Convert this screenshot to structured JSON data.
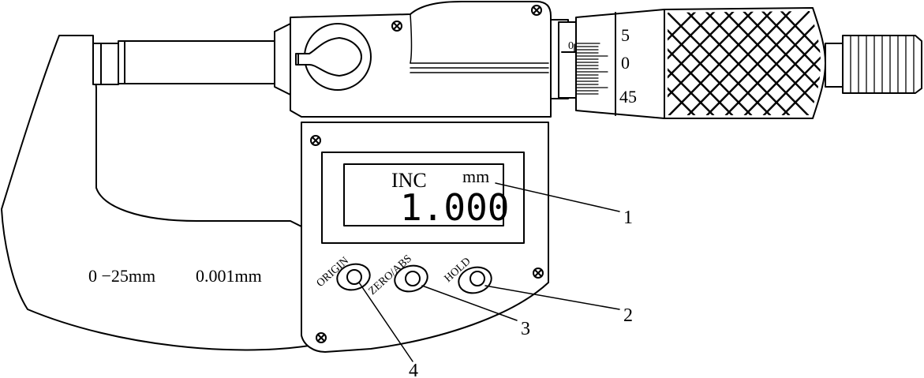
{
  "display": {
    "mode": "INC",
    "unit": "mm",
    "reading": "1.000"
  },
  "specs": {
    "range": "0 −25mm",
    "resolution": "0.001mm"
  },
  "buttons": {
    "origin": "ORIGIN",
    "zero_abs": "ZERO/ABS",
    "hold": "HOLD"
  },
  "thimble": {
    "sleeve_zero": "0",
    "upper": "5",
    "middle": "0",
    "lower": "45"
  },
  "callouts": {
    "c1": "1",
    "c2": "2",
    "c3": "3",
    "c4": "4"
  },
  "icons": {
    "screw": "screw-icon",
    "lock": "lock-lever-icon"
  },
  "colors": {
    "stroke": "#000000",
    "background": "#ffffff"
  }
}
